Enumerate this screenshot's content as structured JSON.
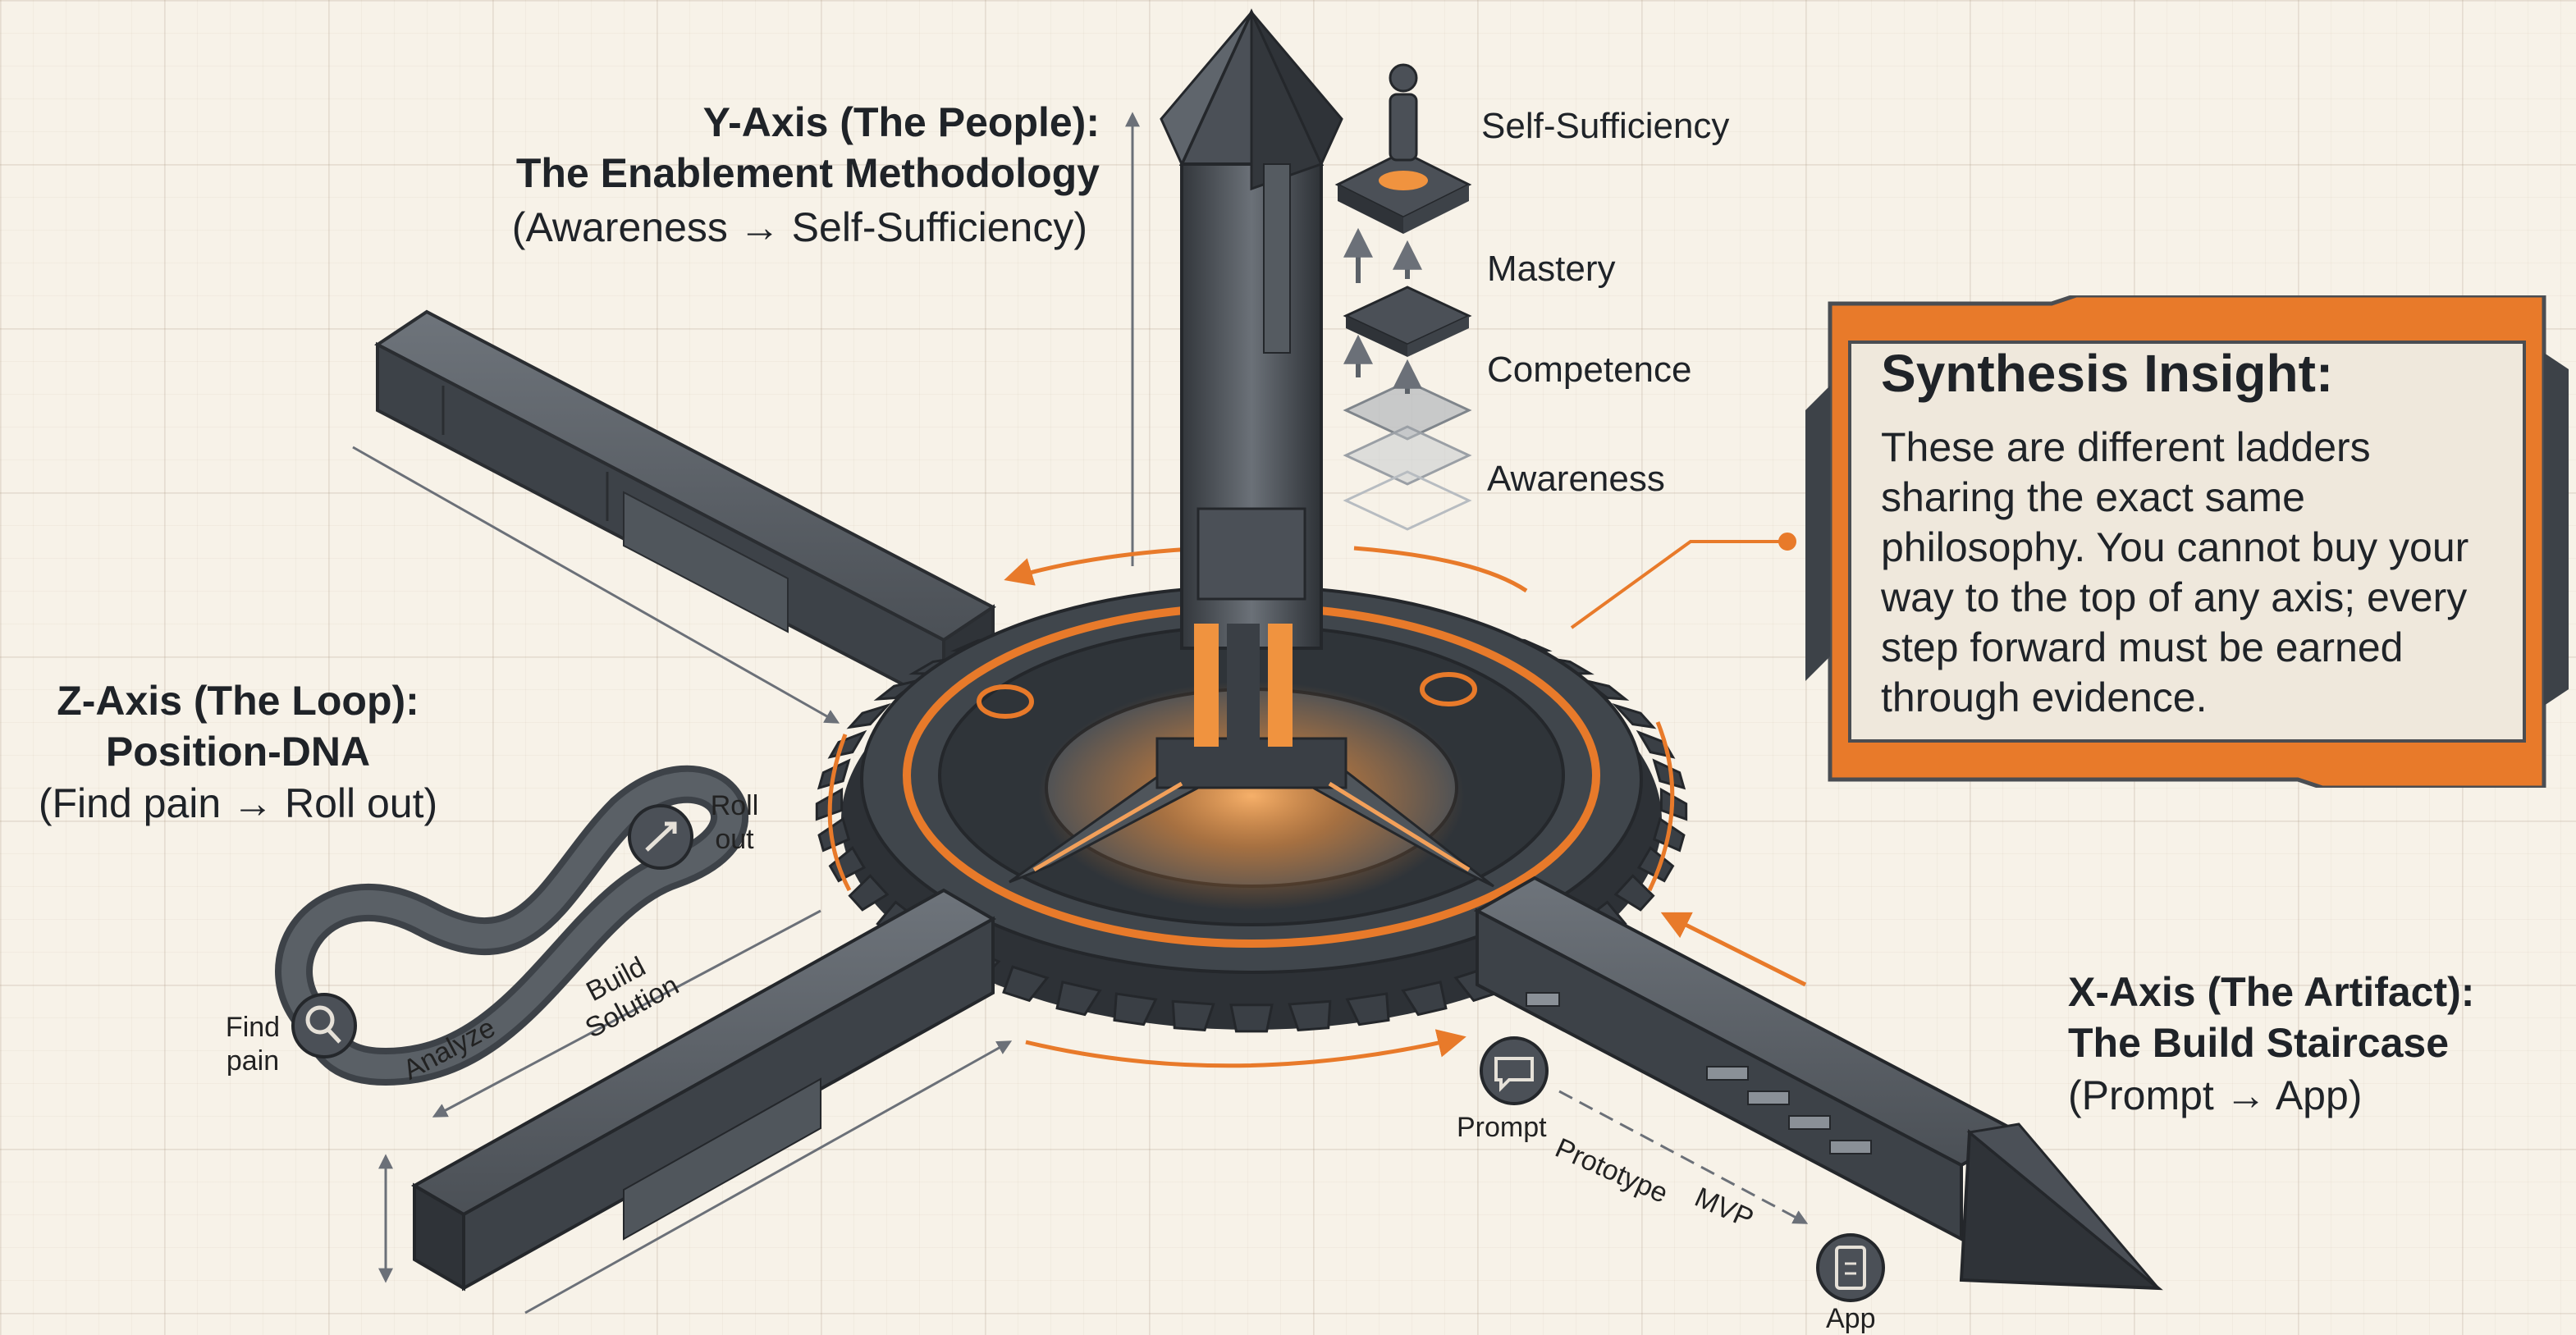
{
  "y_axis": {
    "title_line1": "Y-Axis (The People):",
    "title_line2": "The Enablement Methodology",
    "range": "(Awareness → Self-Sufficiency)",
    "steps": [
      "Self-Sufficiency",
      "Mastery",
      "Competence",
      "Awareness"
    ]
  },
  "z_axis": {
    "title_line1": "Z-Axis (The Loop):",
    "title_line2": "Position-DNA",
    "range": "(Find pain → Roll out)",
    "loop_labels": {
      "find_pain": "Find pain",
      "analyze": "Analyze",
      "build_solution": "Build Solution",
      "roll_out": "Roll out"
    }
  },
  "x_axis": {
    "title_line1": "X-Axis (The Artifact):",
    "title_line2": "The Build Staircase",
    "range": "(Prompt → App)",
    "steps": [
      "Prompt",
      "Prototype",
      "MVP",
      "App"
    ]
  },
  "insight": {
    "title": "Synthesis Insight:",
    "body": "These are different ladders sharing the exact same philosophy. You cannot buy your way to the top of any axis; every step forward must be earned through evidence."
  },
  "colors": {
    "accent_orange": "#e87a2a",
    "steel_dark": "#3d4248",
    "steel_mid": "#5b6168",
    "background": "#f7f2e8"
  }
}
